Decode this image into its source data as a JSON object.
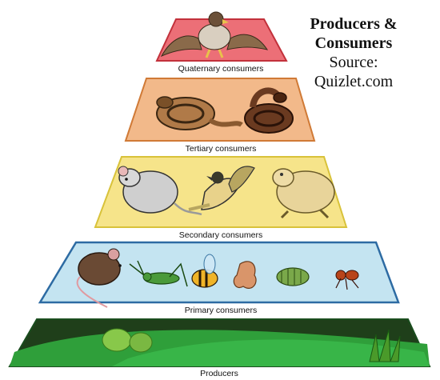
{
  "caption": {
    "title": "Producers & Consumers",
    "source_label": "Source:",
    "source_site": "Quizlet.com"
  },
  "tiers": [
    {
      "label": "Quaternary consumers",
      "color": "#e8626b",
      "border": "#c2313b",
      "animals": [
        "hawk"
      ]
    },
    {
      "label": "Tertiary consumers",
      "color": "#f2b685",
      "border": "#d07a36",
      "animals": [
        "rattlesnake",
        "coiled-snake"
      ]
    },
    {
      "label": "Secondary consumers",
      "color": "#f6e48a",
      "border": "#d8c23a",
      "animals": [
        "rat",
        "bird",
        "toad"
      ]
    },
    {
      "label": "Primary consumers",
      "color": "#c2e3f0",
      "border": "#2d6ba3",
      "animals": [
        "mouse",
        "grasshopper",
        "bee",
        "moth",
        "caterpillar",
        "ant"
      ]
    },
    {
      "label": "Producers",
      "color": "#2f8f3a",
      "border": "#1a4d1e",
      "animals": [
        "bushes",
        "grass"
      ]
    }
  ]
}
